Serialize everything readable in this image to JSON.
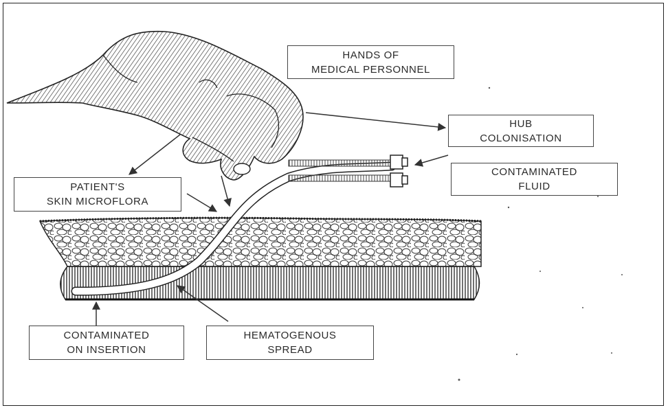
{
  "labels": {
    "hands": "HANDS OF\nMEDICAL PERSONNEL",
    "hub": "HUB\nCOLONISATION",
    "fluid": "CONTAMINATED\nFLUID",
    "skin": "PATIENT'S\nSKIN MICROFLORA",
    "insertion": "CONTAMINATED\nON INSERTION",
    "hematogenous": "HEMATOGENOUS\nSPREAD"
  },
  "colors": {
    "ink": "#2a2a2a",
    "paper": "#ffffff"
  }
}
